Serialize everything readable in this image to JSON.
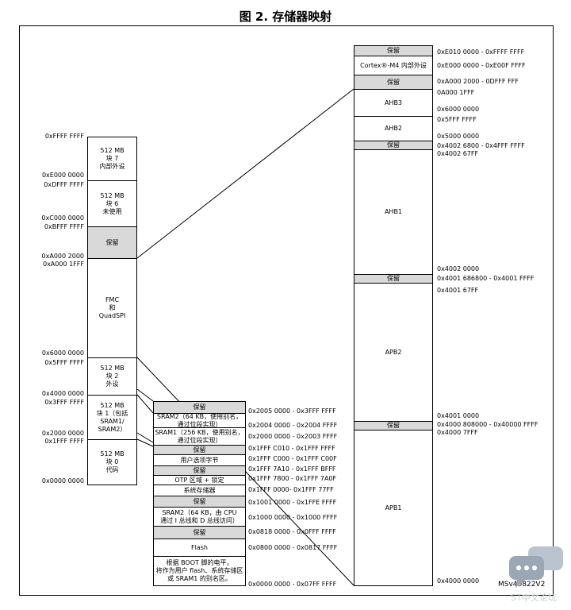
{
  "title": "图 2. 存储器映射",
  "version_tag": "MSv40822V2",
  "watermark": "ST中文论坛",
  "left_column": {
    "blocks": [
      {
        "name": "block-7",
        "lines": [
          "512 MB",
          "块 7",
          "内部外设"
        ]
      },
      {
        "name": "block-6",
        "lines": [
          "512 MB",
          "块 6",
          "未使用"
        ]
      },
      {
        "name": "reserved",
        "lines": [
          "保留"
        ]
      },
      {
        "name": "fmc-quadspi",
        "lines": [
          "FMC",
          "和",
          "QuadSPI"
        ]
      },
      {
        "name": "block-2",
        "lines": [
          "512 MB",
          "块 2",
          "外设"
        ]
      },
      {
        "name": "block-1",
        "lines": [
          "512 MB",
          "块 1（包括",
          "SRAM1/",
          "SRAM2）"
        ]
      },
      {
        "name": "block-0",
        "lines": [
          "512 MB",
          "块 0",
          "代码"
        ]
      }
    ],
    "addresses": [
      "0xFFFF FFFF",
      "0xE000 0000",
      "0xDFFF FFFF",
      "0xC000 0000",
      "0xBFFF FFFF",
      "0xA000 2000",
      "0xA000 1FFF",
      "0x6000 0000",
      "0x5FFF FFFF",
      "0x4000 0000",
      "0x3FFF FFFF",
      "0x2000 0000",
      "0x1FFF FFFF",
      "0x0000 0000"
    ]
  },
  "middle_column": {
    "blocks": [
      {
        "name": "reserved-1",
        "lines": [
          "保留"
        ],
        "address": "0x2005 0000 - 0x3FFF FFFF"
      },
      {
        "name": "sram2-alias",
        "lines": [
          "SRAM2（64 KB，使用别名，",
          "通过位段实现）"
        ],
        "address": "0x2004 0000 - 0x2004 FFFF"
      },
      {
        "name": "sram1-alias",
        "lines": [
          "SRAM1（256 KB，使用别名，",
          "通过位段实现）"
        ],
        "address": "0x2000 0000 - 0x2003 FFFF"
      },
      {
        "name": "reserved-2",
        "lines": [
          "保留"
        ],
        "address": "0x1FFF C010 - 0x1FFF FFFF"
      },
      {
        "name": "option-bytes",
        "lines": [
          "用户选项字节"
        ],
        "address": "0x1FFF C000 - 0x1FFF C00F"
      },
      {
        "name": "reserved-3",
        "lines": [
          "保留"
        ],
        "address": "0x1FFF 7A10 - 0x1FFF BFFF"
      },
      {
        "name": "otp-lock",
        "lines": [
          "OTP 区域 + 锁定"
        ],
        "address": "0x1FFF 7800 - 0x1FFF 7A0F"
      },
      {
        "name": "system-memory",
        "lines": [
          "系统存储器"
        ],
        "address": "0x1FFF 0000- 0x1FFF 77FF"
      },
      {
        "name": "reserved-4",
        "lines": [
          "保留"
        ],
        "address": "0x1001 0000 - 0x1FFE FFFF"
      },
      {
        "name": "sram2-cpu",
        "lines": [
          "SRAM2（64 KB，由 CPU",
          "通过 I 总线和 D 总线访问）"
        ],
        "address": "0x1000 0000 - 0x1000 FFFF"
      },
      {
        "name": "reserved-5",
        "lines": [
          "保留"
        ],
        "address": "0x0818 0000 - 0x0FFF FFFF"
      },
      {
        "name": "flash",
        "lines": [
          "Flash"
        ],
        "address": "0x0800 0000 - 0x0817 FFFF"
      },
      {
        "name": "boot-alias",
        "lines": [
          "根据 BOOT 脚的电平，",
          "将作为用户 flash、系统存储区",
          "或 SRAM1 的别名区。"
        ],
        "address": "0x0000 0000 - 0x07FF FFFF"
      }
    ]
  },
  "right_column": {
    "blocks": [
      {
        "name": "reserved-top",
        "lines": [
          "保留"
        ]
      },
      {
        "name": "cortex-m4-periph",
        "lines": [
          "Cortex®-M4 内部外设"
        ]
      },
      {
        "name": "reserved-a",
        "lines": [
          "保留"
        ]
      },
      {
        "name": "ahb3",
        "lines": [
          "AHB3"
        ]
      },
      {
        "name": "ahb2",
        "lines": [
          "AHB2"
        ]
      },
      {
        "name": "reserved-b",
        "lines": [
          "保留"
        ]
      },
      {
        "name": "ahb1",
        "lines": [
          "AHB1"
        ]
      },
      {
        "name": "reserved-c",
        "lines": [
          "保留"
        ]
      },
      {
        "name": "apb2",
        "lines": [
          "APB2"
        ]
      },
      {
        "name": "reserved-d",
        "lines": [
          "保留"
        ]
      },
      {
        "name": "apb1",
        "lines": [
          "APB1"
        ]
      }
    ],
    "addresses": [
      "0xE010 0000 - 0xFFFF FFFF",
      "0xE000 0000 - 0xE00F FFFF",
      "0xA000 2000 - 0DFFF FFF",
      "0A000 1FFF",
      "0x6000 0000",
      "0x5FFF FFFF",
      "0x5000 0000",
      "0x4002 6800 - 0x4FFF FFFF",
      "0x4002 67FF",
      "0x4002 0000",
      "0x4001 686800 - 0x4001 FFFF",
      "0x4001 67FF",
      "0x4001 0000",
      "0x4000 808000 - 0x40000 FFFF",
      "0x4000 7FFF",
      "0x4000 0000"
    ]
  }
}
